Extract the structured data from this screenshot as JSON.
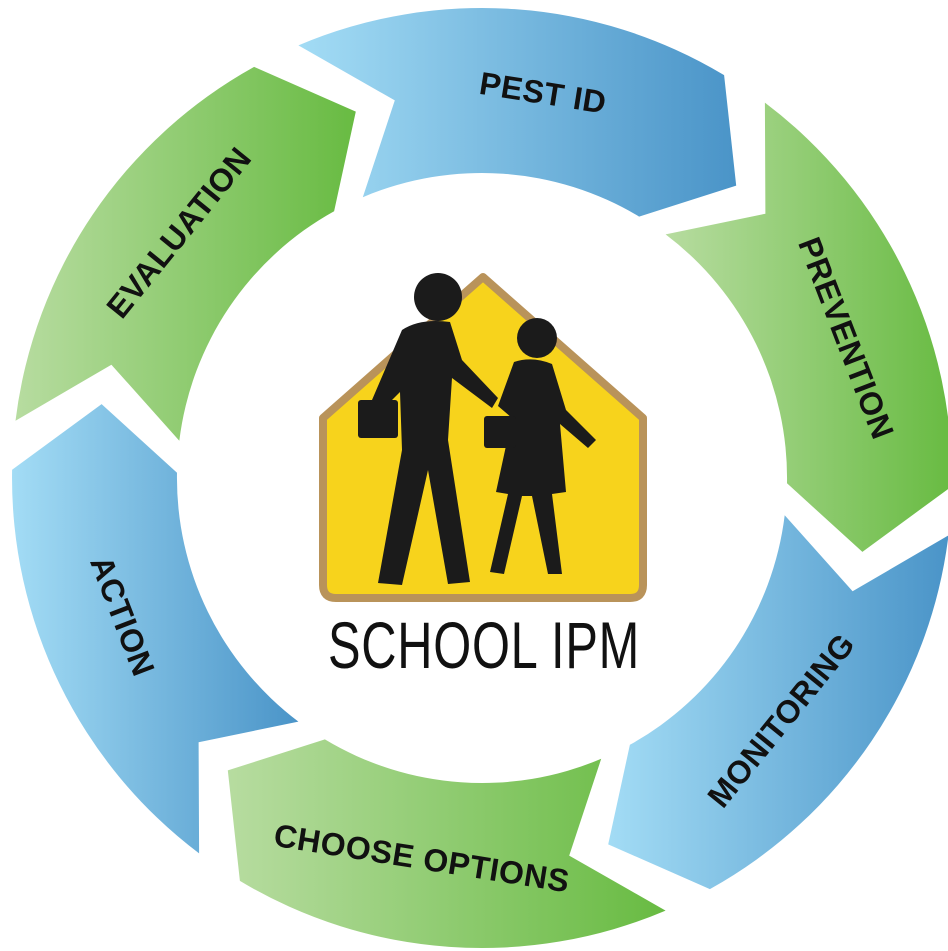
{
  "diagram": {
    "center": {
      "brand_text": "SCHOOL IPM",
      "sign_fill": "#f7d31c",
      "sign_border": "#b9935a",
      "figure_color": "#1b1b1b"
    },
    "stages": [
      {
        "label": "PEST ID",
        "color": "blue"
      },
      {
        "label": "PREVENTION",
        "color": "green"
      },
      {
        "label": "MONITORING",
        "color": "blue"
      },
      {
        "label": "CHOOSE OPTIONS",
        "color": "green"
      },
      {
        "label": "ACTION",
        "color": "blue"
      },
      {
        "label": "EVALUATION",
        "color": "green"
      }
    ],
    "colors": {
      "blue_light": "#9fd8f2",
      "blue_dark": "#4b95c9",
      "green_light": "#b2d99a",
      "green_dark": "#6bbd45"
    }
  }
}
